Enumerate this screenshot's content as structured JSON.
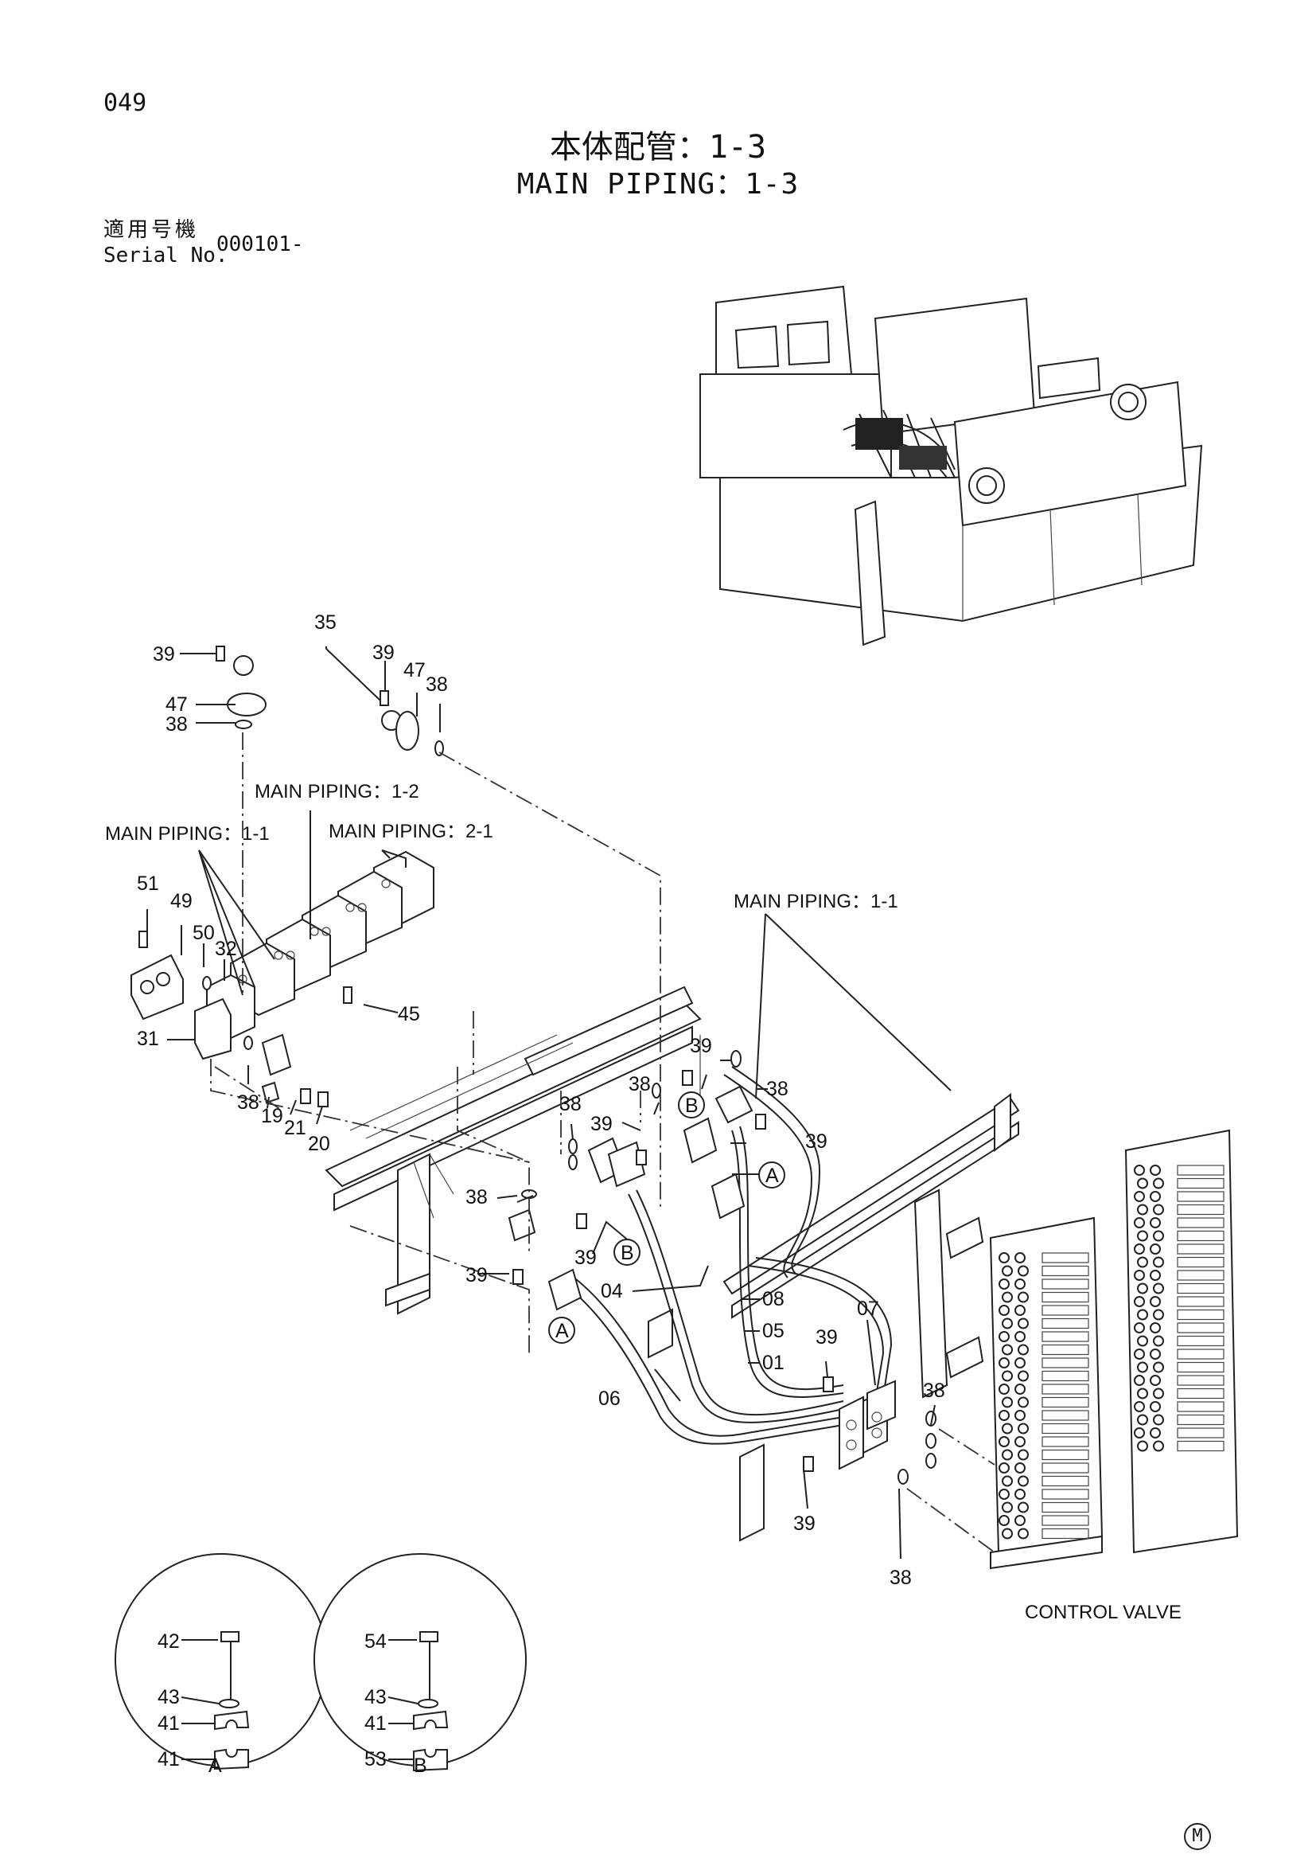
{
  "header": {
    "page_number": "049",
    "title_jp": "本体配管：1-3",
    "title_en": "MAIN PIPING：1-3",
    "serial_label_jp": "適用号機",
    "serial_label_en": "Serial No.",
    "serial_value": "000101-"
  },
  "groups": {
    "main_piping_1_2": "MAIN PIPING：1-2",
    "main_piping_1_1_left": "MAIN PIPING：1-1",
    "main_piping_2_1": "MAIN PIPING：2-1",
    "main_piping_1_1_right": "MAIN PIPING：1-1",
    "control_valve": "CONTROL VALVE"
  },
  "callouts": {
    "p35": "35",
    "p39": "39",
    "p47": "47",
    "p38": "38",
    "p51": "51",
    "p49": "49",
    "p50": "50",
    "p32": "32",
    "p31": "31",
    "p45": "45",
    "p19": "19",
    "p21": "21",
    "p20": "20",
    "p04": "04",
    "p06": "06",
    "p07": "07",
    "p08": "08",
    "p05": "05",
    "p01": "01",
    "ref_a": "A",
    "ref_b": "B"
  },
  "details": {
    "a": {
      "label": "A",
      "p42": "42",
      "p43": "43",
      "p41": "41",
      "p41b": "41"
    },
    "b": {
      "label": "B",
      "p54": "54",
      "p43": "43",
      "p41": "41",
      "p53": "53"
    }
  },
  "footer_mark": "M"
}
